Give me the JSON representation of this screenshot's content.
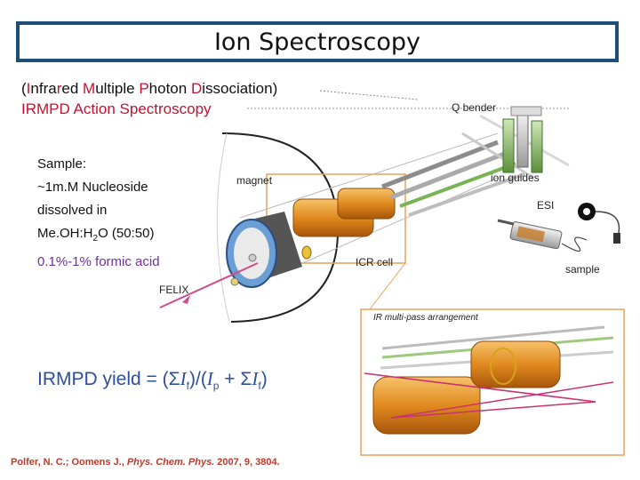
{
  "title": "Ion Spectroscopy",
  "subtitle": {
    "line1_parts": [
      "(",
      "I",
      "nfra",
      "r",
      "ed ",
      "M",
      "ultiple ",
      "P",
      "hoton ",
      "D",
      "issociation)"
    ],
    "line2": "IRMPD Action Spectroscopy"
  },
  "sample": {
    "label": "Sample:",
    "line1": "~1m.M Nucleoside",
    "line2": "dissolved in",
    "solvent_a": "Me.OH:H",
    "solvent_sub": "2",
    "solvent_b": "O (50:50)",
    "acid": "0.1%-1% formic acid"
  },
  "yield": {
    "prefix": "IRMPD yield = (",
    "sigma": "Σ",
    "I": "I",
    "f": "f",
    "mid": ")/(",
    "p": "p",
    "plus": " + ",
    "end": ")"
  },
  "reference": {
    "authors": "Polfer, N. C.; Oomens J., ",
    "journal": "Phys. Chem. Phys.",
    "rest": " 2007, 9, 3804."
  },
  "diagram_labels": {
    "q_bender": "Q bender",
    "magnet": "magnet",
    "ion_guides": "ion guides",
    "esi": "ESI",
    "icr_cell": "ICR cell",
    "sample": "sample",
    "felix": "FELIX",
    "ir_multipass": "IR multi-pass arrangement"
  },
  "colors": {
    "title_border": "#1f4e79",
    "accent_red": "#c8102e",
    "acid_purple": "#7030a0",
    "yield_blue": "#2e4e9e",
    "reference_red": "#c0392b",
    "cell_orange": "#e08a1e",
    "ion_guide_green": "#6aa84f"
  }
}
